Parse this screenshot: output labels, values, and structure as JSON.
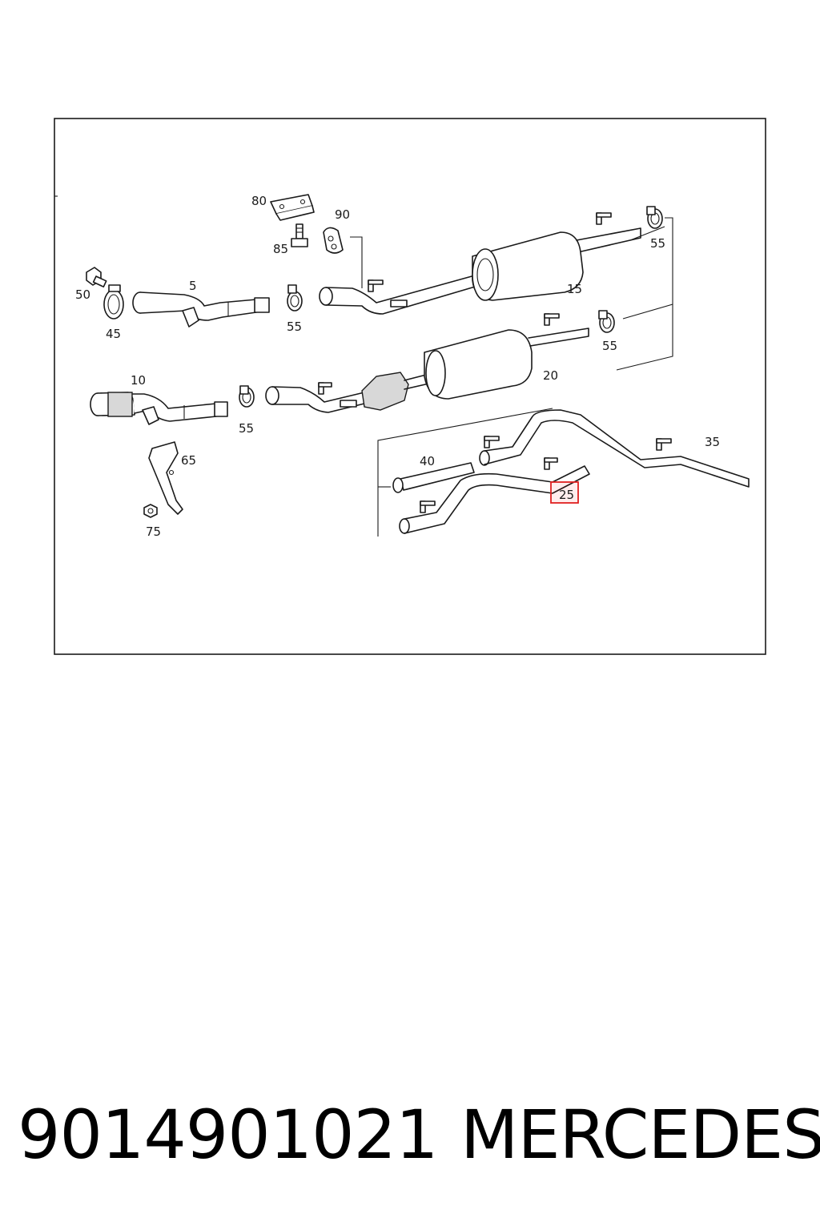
{
  "diagram": {
    "labels": {
      "p5": "5",
      "p10": "10",
      "p15": "15",
      "p20": "20",
      "p25": "25",
      "p35": "35",
      "p40": "40",
      "p45": "45",
      "p50": "50",
      "p55a": "55",
      "p55b": "55",
      "p55c": "55",
      "p55d": "55",
      "p65": "65",
      "p75": "75",
      "p80": "80",
      "p85": "85",
      "p90": "90"
    },
    "highlighted_part": "25",
    "highlight_color": "#e02020"
  },
  "footer": {
    "part_number": "9014901021",
    "brand": "MERCEDES"
  }
}
